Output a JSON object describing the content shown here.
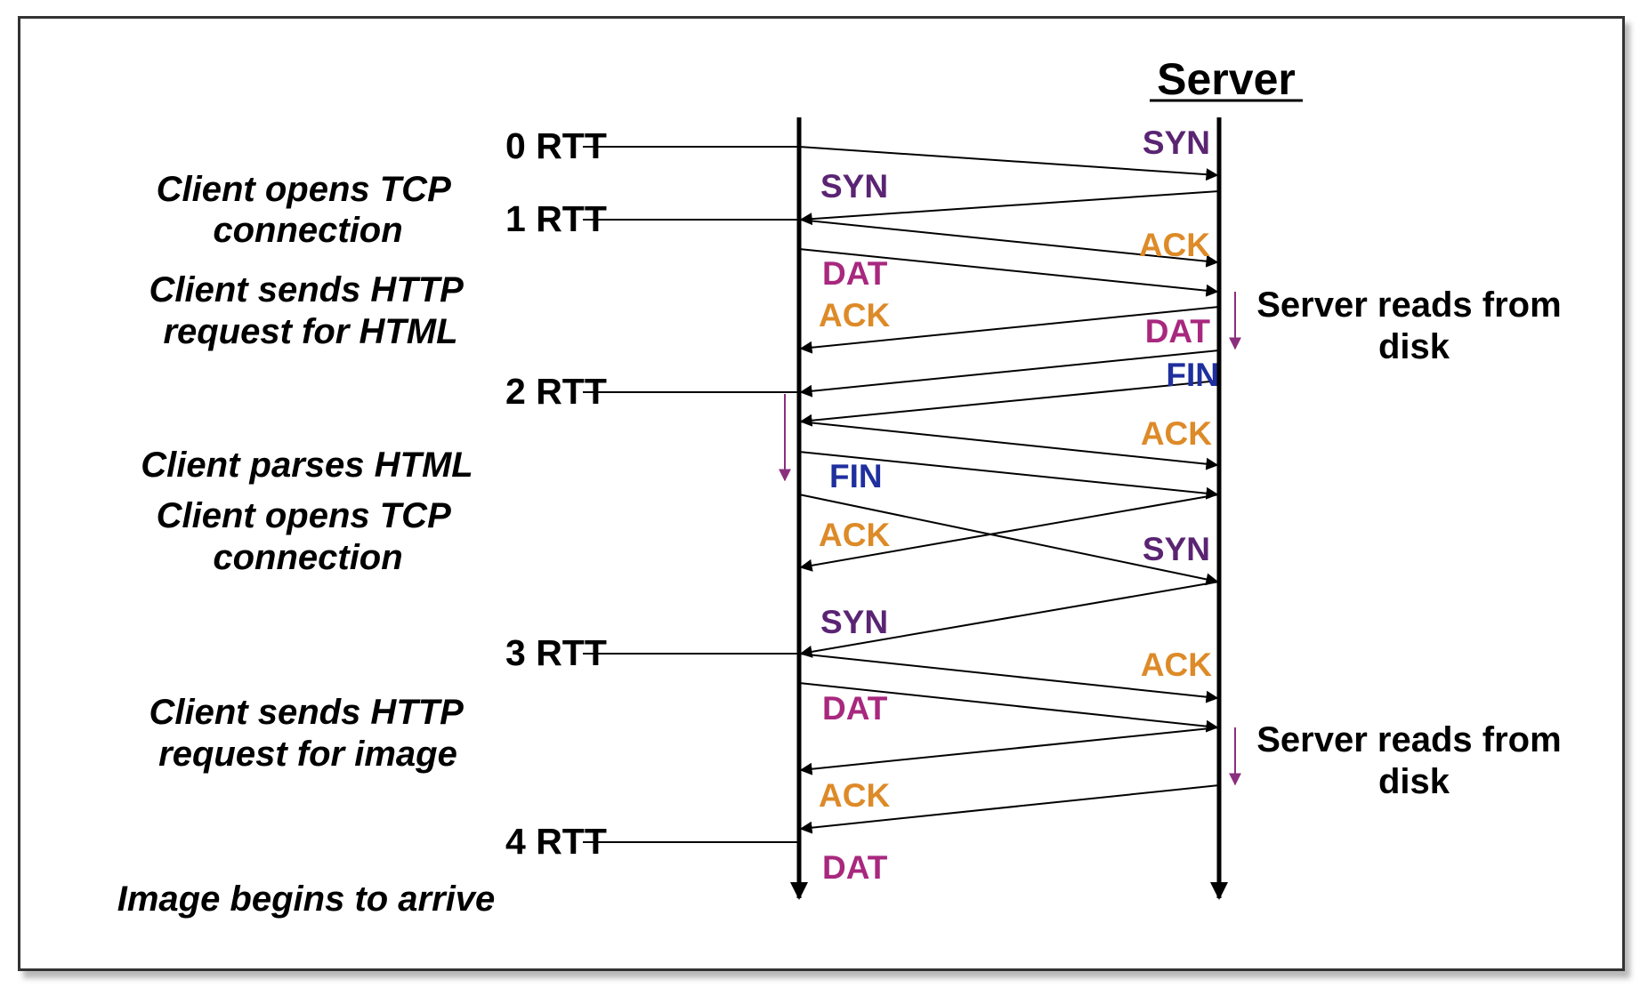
{
  "title": "Server",
  "colors": {
    "syn": "#5a2473",
    "ack": "#dd8a28",
    "dat": "#a8287e",
    "fin": "#1f2f9e",
    "line": "#000000",
    "marker": "#8a2f7e"
  },
  "rtt_labels": [
    "0 RTT",
    "1 RTT",
    "2 RTT",
    "3 RTT",
    "4 RTT"
  ],
  "client_notes": [
    [
      "Client opens TCP",
      "connection"
    ],
    [
      "Client sends HTTP",
      "request for HTML"
    ],
    [
      "Client parses HTML"
    ],
    [
      "Client opens TCP",
      "connection"
    ],
    [
      "Client sends HTTP",
      "request for image"
    ],
    [
      "Image begins to arrive"
    ]
  ],
  "server_notes": [
    [
      "Server reads from",
      "disk"
    ],
    [
      "Server reads from",
      "disk"
    ]
  ],
  "messages": [
    {
      "label": "SYN",
      "kind": "syn",
      "side": "server"
    },
    {
      "label": "SYN",
      "kind": "syn",
      "side": "client"
    },
    {
      "label": "ACK",
      "kind": "ack",
      "side": "server"
    },
    {
      "label": "DAT",
      "kind": "dat",
      "side": "client"
    },
    {
      "label": "ACK",
      "kind": "ack",
      "side": "client"
    },
    {
      "label": "DAT",
      "kind": "dat",
      "side": "server"
    },
    {
      "label": "FIN",
      "kind": "fin",
      "side": "server"
    },
    {
      "label": "ACK",
      "kind": "ack",
      "side": "server"
    },
    {
      "label": "FIN",
      "kind": "fin",
      "side": "client"
    },
    {
      "label": "ACK",
      "kind": "ack",
      "side": "client"
    },
    {
      "label": "SYN",
      "kind": "syn",
      "side": "server"
    },
    {
      "label": "SYN",
      "kind": "syn",
      "side": "client"
    },
    {
      "label": "ACK",
      "kind": "ack",
      "side": "server"
    },
    {
      "label": "DAT",
      "kind": "dat",
      "side": "client"
    },
    {
      "label": "ACK",
      "kind": "ack",
      "side": "client"
    },
    {
      "label": "DAT",
      "kind": "dat",
      "side": "client"
    }
  ]
}
